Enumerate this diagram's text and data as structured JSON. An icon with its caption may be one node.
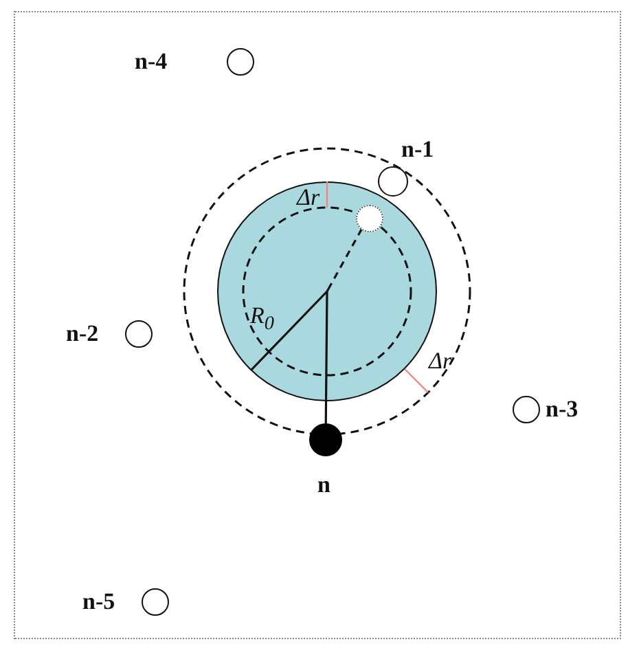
{
  "diagram": {
    "nodes": [
      {
        "text": [],
        "shape": "circle",
        "beside": [
          "n-4"
        ]
      },
      {
        "text": [],
        "shape": "circle",
        "beside": [
          "n-1"
        ]
      },
      {
        "text": [],
        "shape": "circle"
      },
      {
        "text": [],
        "shape": "circle",
        "in": 2
      },
      {
        "text": [],
        "shape": "circle",
        "beside": [
          "n-2"
        ]
      },
      {
        "text": [],
        "shape": "circle",
        "beside": [
          "n-3"
        ]
      },
      {
        "text": [],
        "shape": "circle",
        "beside": [
          "n"
        ]
      },
      {
        "text": [],
        "shape": "circle",
        "beside": [
          "n-5"
        ]
      }
    ],
    "edges": [
      {
        "from": 3,
        "to": 6,
        "arrow": "none"
      }
    ],
    "labels": [
      "Δr",
      "R$_{0}$",
      "Δr"
    ]
  }
}
